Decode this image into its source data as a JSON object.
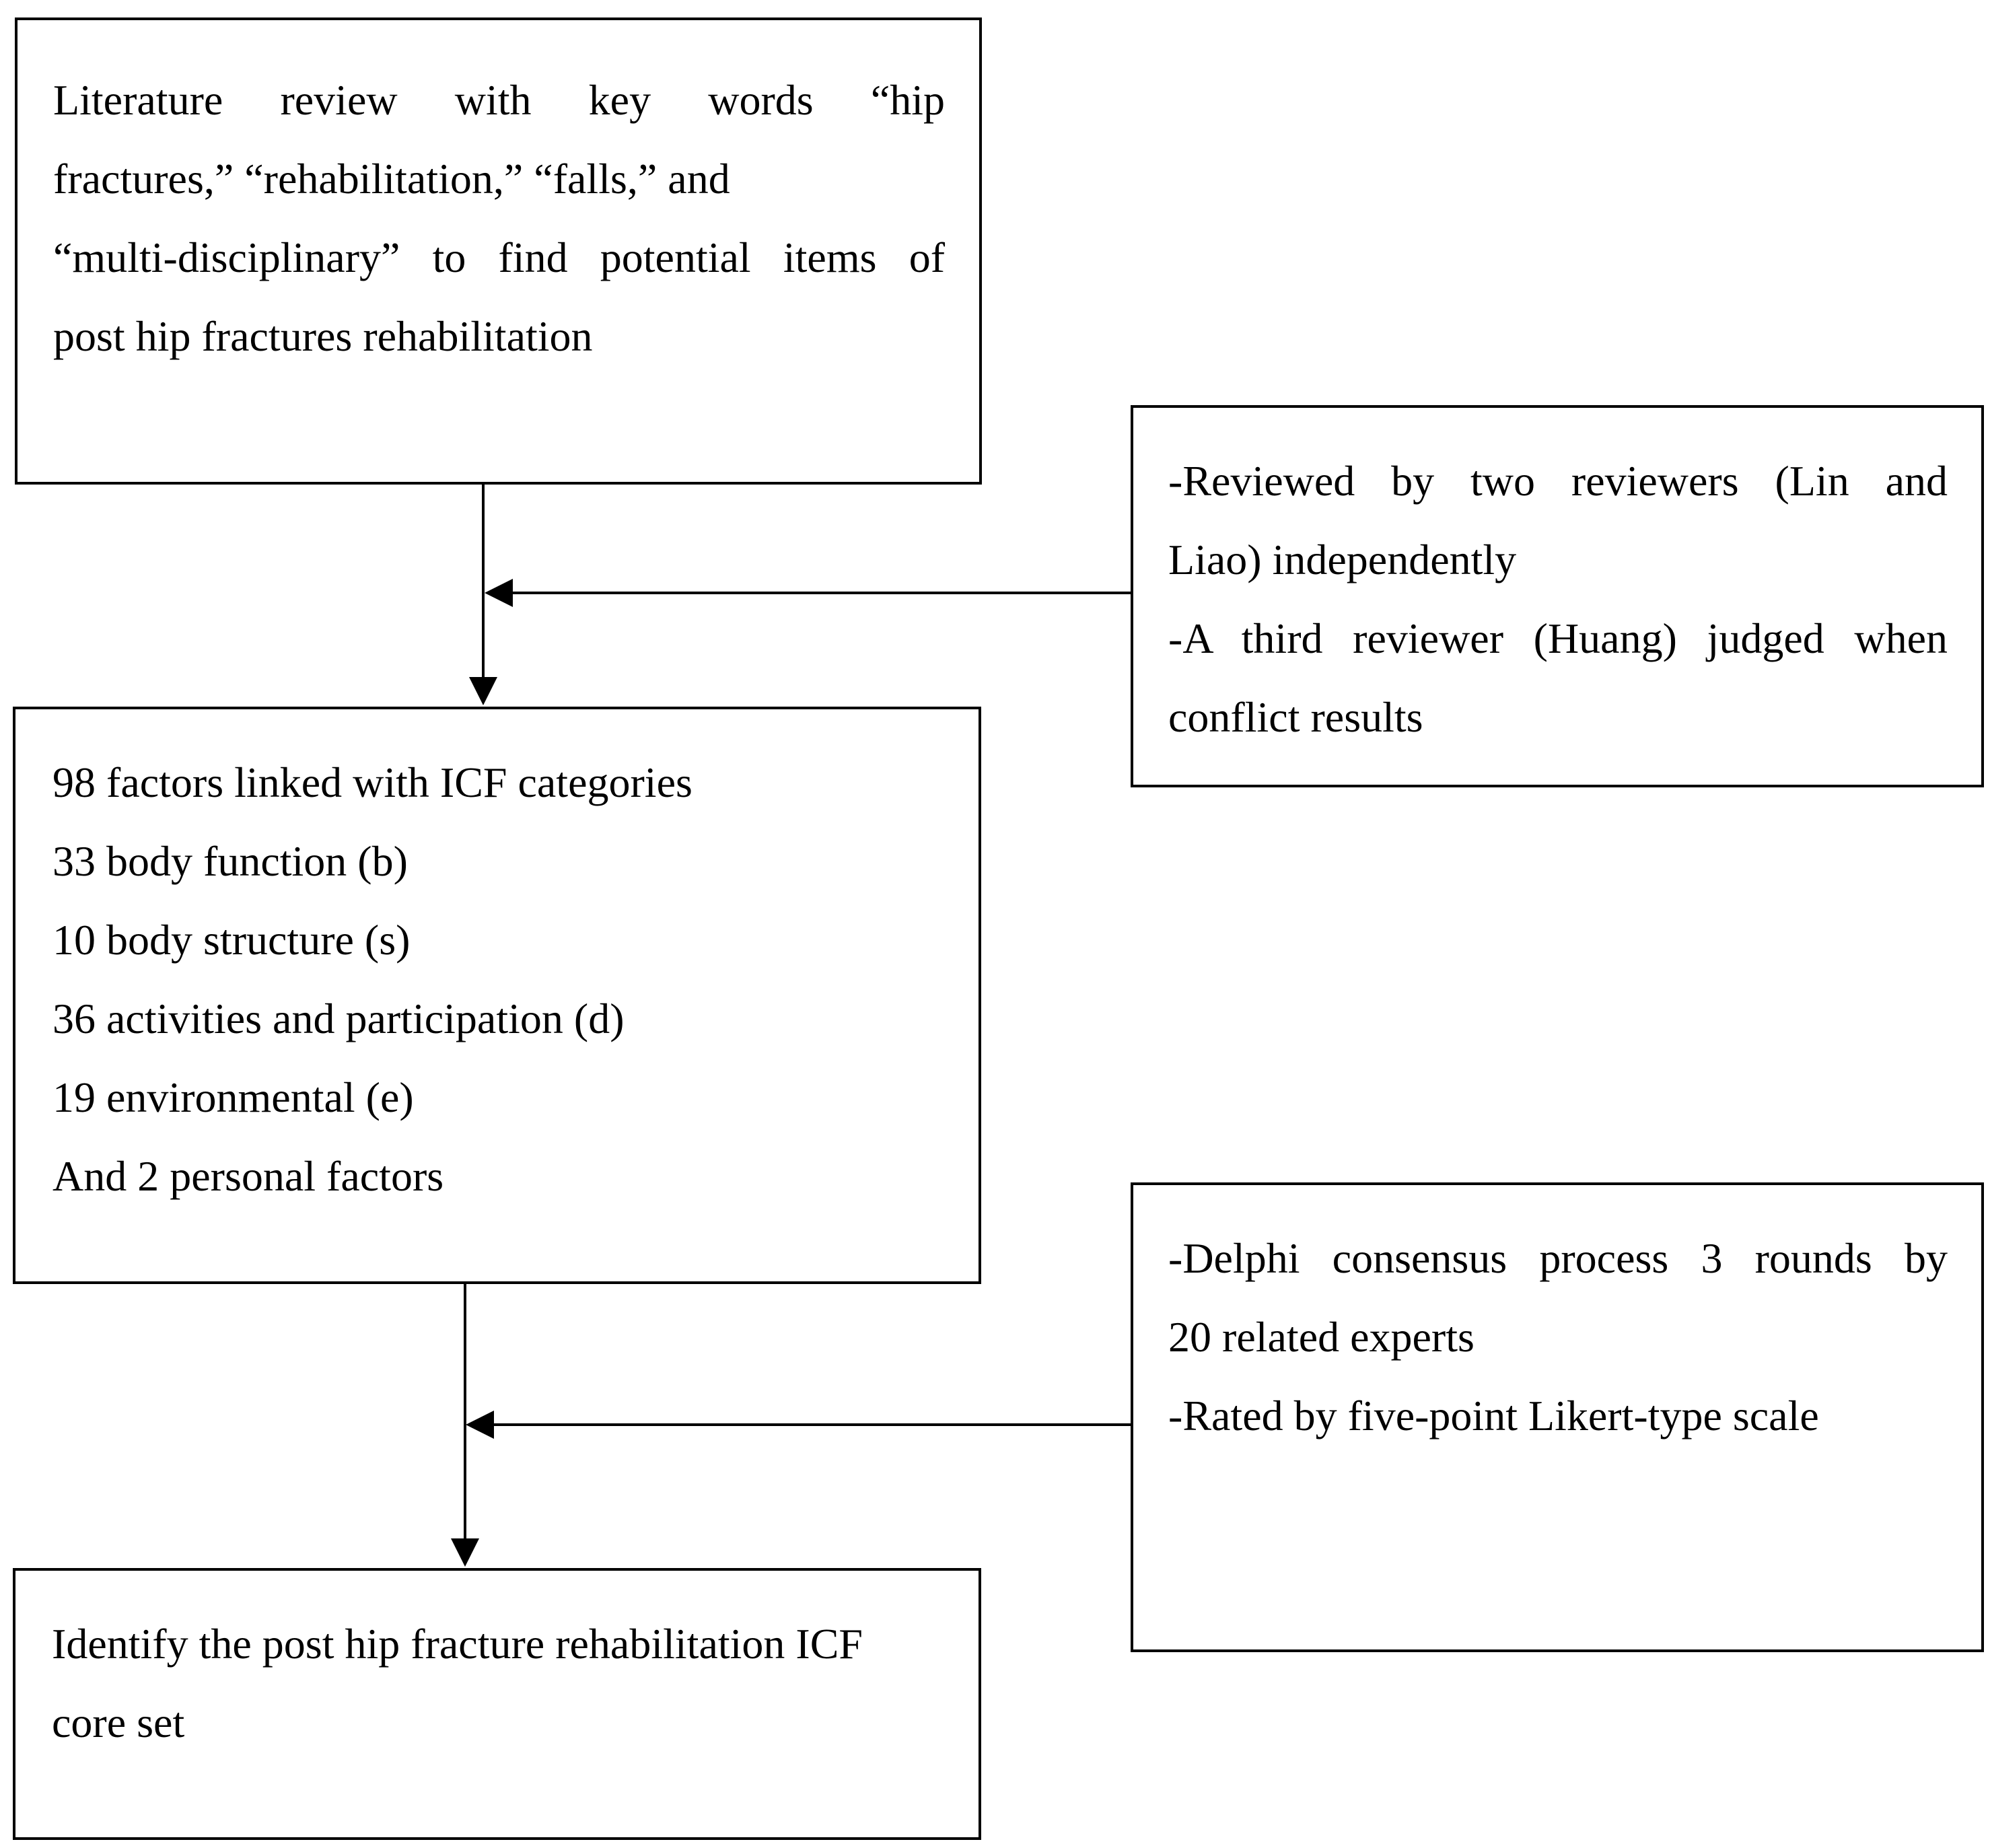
{
  "boxes": {
    "literature_review": {
      "lines": [
        "Literature review with key words “hip",
        "fractures,” “rehabilitation,” “falls,” and",
        "“multi-disciplinary” to find potential items of",
        "post hip fractures rehabilitation"
      ]
    },
    "reviewers": {
      "lines": [
        "-Reviewed by two reviewers (Lin and",
        "Liao) independently",
        "-A third reviewer (Huang) judged when",
        "conflict results"
      ]
    },
    "icf_factors": {
      "lines": [
        "98 factors linked with ICF categories",
        "33 body function (b)",
        "10 body structure (s)",
        "36 activities and participation (d)",
        "19 environmental (e)",
        "And 2 personal factors"
      ]
    },
    "delphi": {
      "lines": [
        "-Delphi consensus process 3 rounds by",
        "20 related experts",
        "-Rated by five-point Likert-type scale"
      ]
    },
    "core_set": {
      "lines": [
        "Identify the post hip fracture rehabilitation ICF",
        "core set"
      ]
    }
  }
}
